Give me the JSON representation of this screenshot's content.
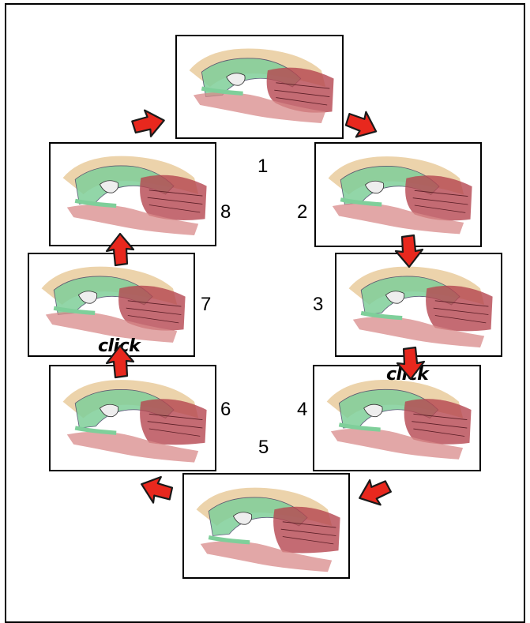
{
  "panels": [
    {
      "id": "1",
      "label": "1"
    },
    {
      "id": "2",
      "label": "2"
    },
    {
      "id": "3",
      "label": "3"
    },
    {
      "id": "4",
      "label": "4"
    },
    {
      "id": "5",
      "label": "5"
    },
    {
      "id": "6",
      "label": "6"
    },
    {
      "id": "7",
      "label": "7"
    },
    {
      "id": "8",
      "label": "8"
    }
  ],
  "annotations": {
    "click_right": "click",
    "click_left": "click"
  },
  "colors": {
    "arrow_fill": "#e8281e",
    "arrow_stroke": "#1a1a1a",
    "tan": "#e6c48f",
    "green": "#7fcf9a",
    "muscle": "#b54650",
    "muscle_light": "#d88a8a"
  },
  "icons": {
    "arrow": "red-hand-drawn-arrow-icon",
    "panel_image": "vocal-tract-cross-section-illustration"
  }
}
